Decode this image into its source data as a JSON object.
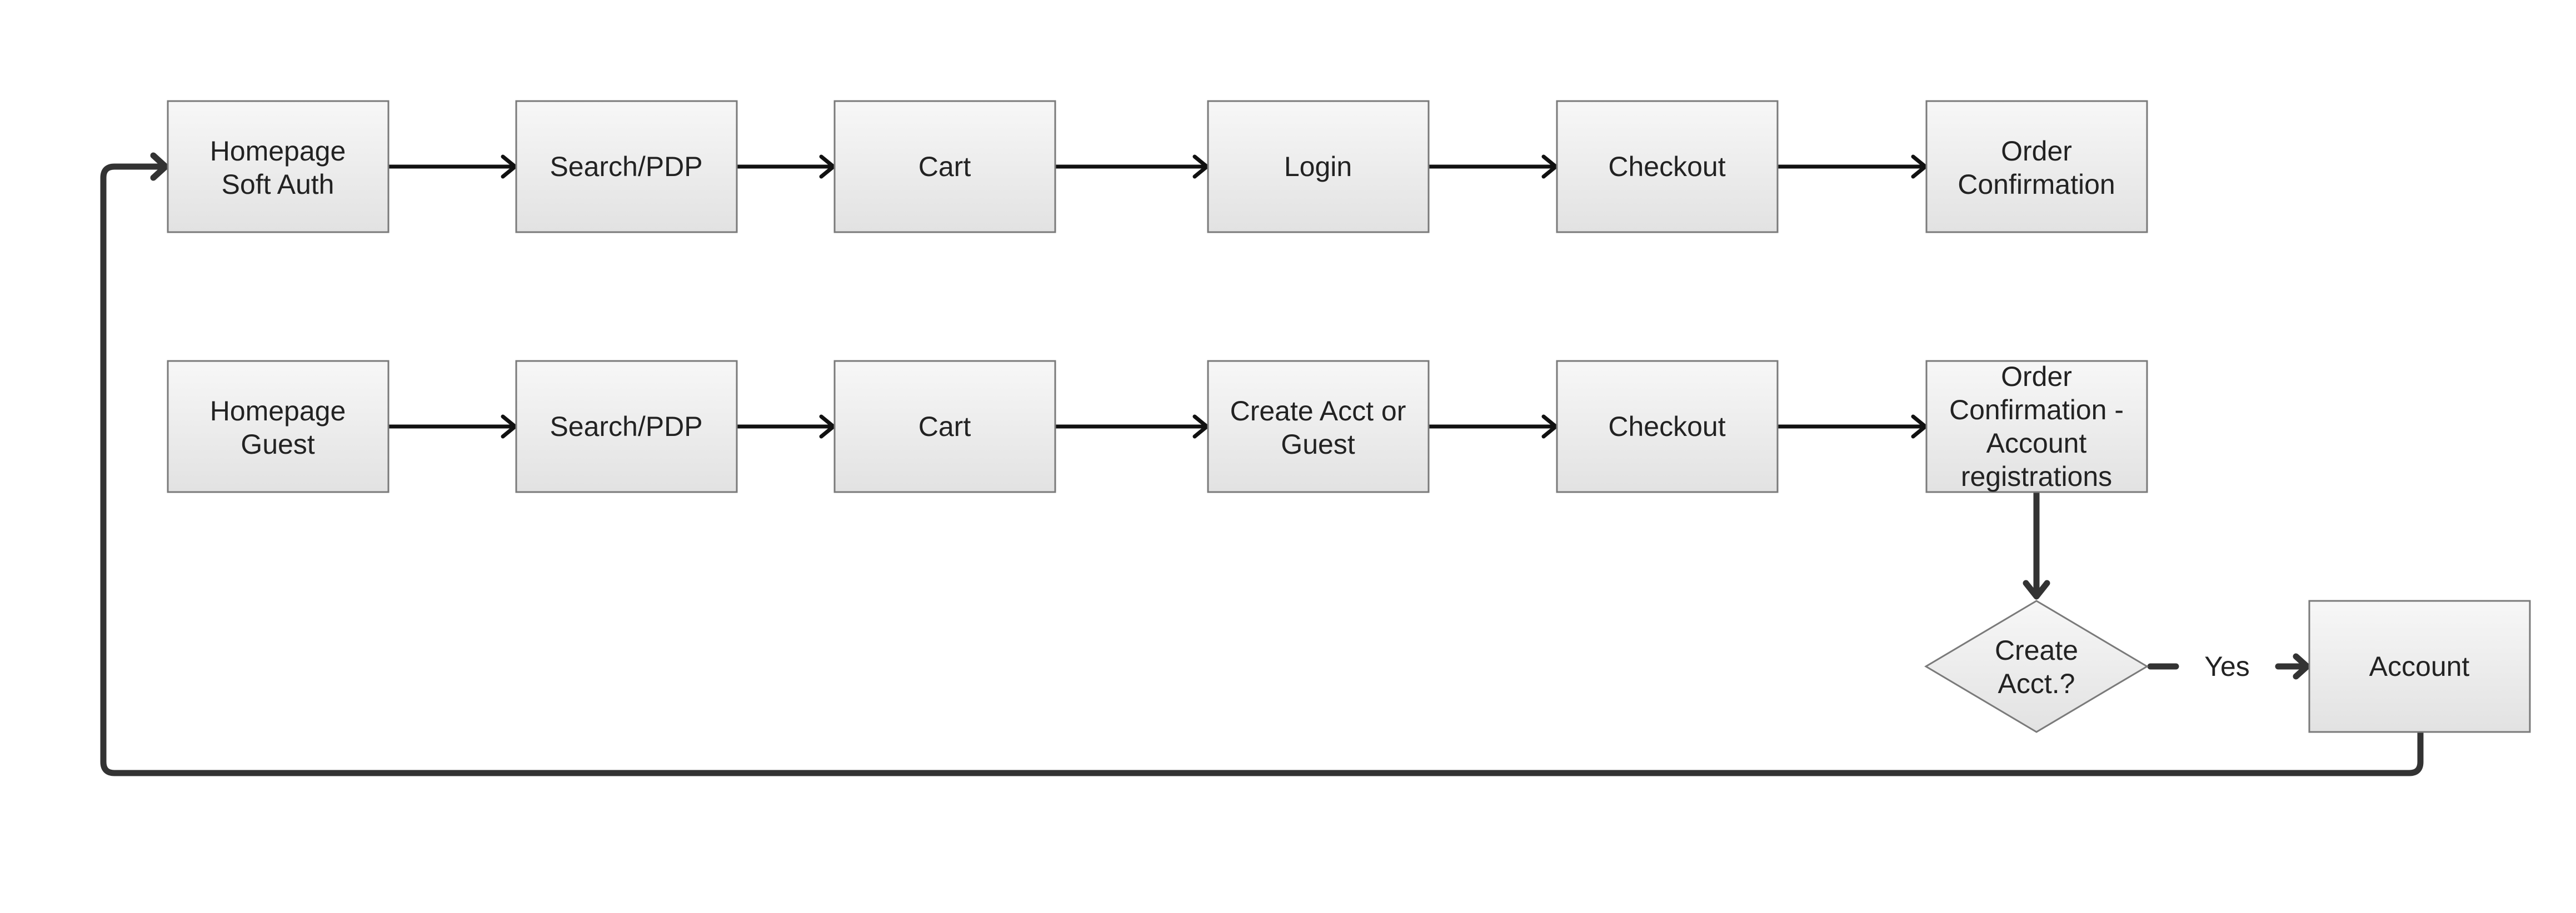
{
  "diagram": {
    "colors": {
      "node_fill_top": "#f7f7f7",
      "node_fill_bottom": "#e2e2e2",
      "node_stroke": "#7a7a7a",
      "connector": "#111111",
      "loop_connector": "#333333",
      "text": "#222222"
    },
    "row_soft_auth": {
      "homepage_line1": "Homepage",
      "homepage_line2": "Soft Auth",
      "search": "Search/PDP",
      "cart": "Cart",
      "login": "Login",
      "checkout": "Checkout",
      "confirmation_line1": "Order",
      "confirmation_line2": "Confirmation"
    },
    "row_guest": {
      "homepage_line1": "Homepage",
      "homepage_line2": "Guest",
      "search": "Search/PDP",
      "cart": "Cart",
      "create_line1": "Create Acct or",
      "create_line2": "Guest",
      "checkout": "Checkout",
      "confirmation_line1": "Order",
      "confirmation_line2": "Confirmation -",
      "confirmation_line3": "Account",
      "confirmation_line4": "registrations"
    },
    "decision": {
      "line1": "Create",
      "line2": "Acct.?",
      "yes_label": "Yes"
    },
    "account": "Account"
  }
}
